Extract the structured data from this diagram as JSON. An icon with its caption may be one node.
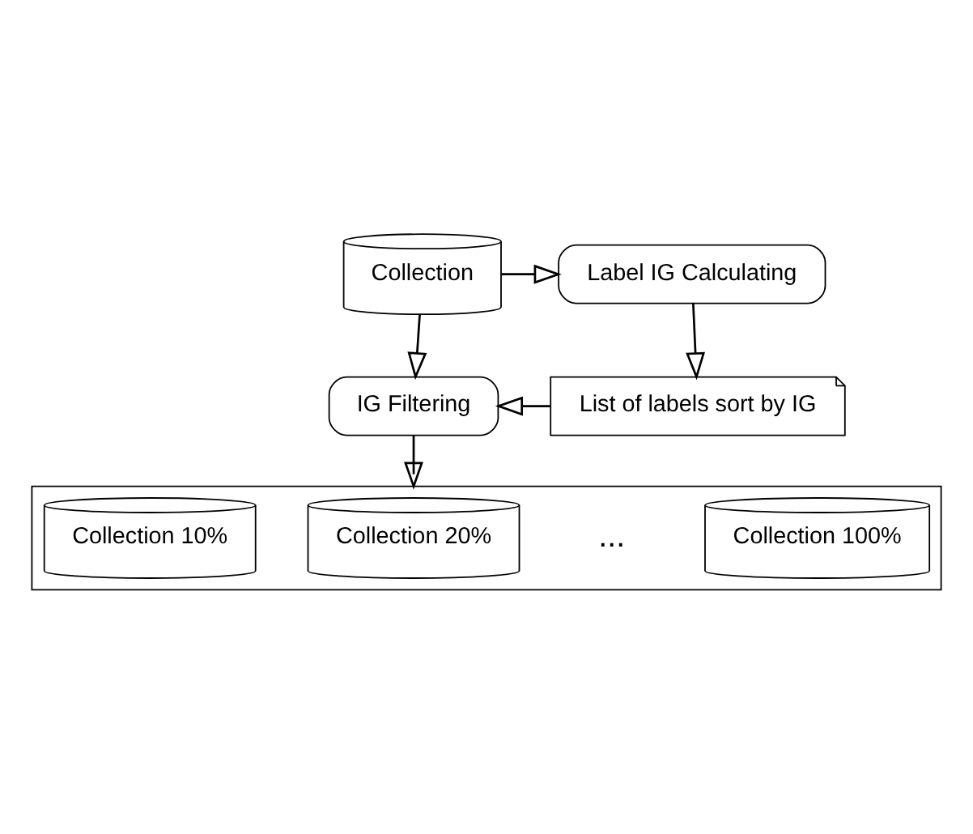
{
  "diagram": {
    "nodes": [
      {
        "text": [
          "Collection"
        ]
      },
      {
        "text": [
          "Label IG Calculating"
        ]
      },
      {
        "text": [
          "List of labels sort by IG"
        ]
      },
      {
        "text": [
          "IG Filtering"
        ]
      },
      {
        "text": [],
        "shape": "box"
      },
      {
        "text": [
          "Collection 10%"
        ],
        "in": 4
      },
      {
        "text": [
          "Collection 20%"
        ],
        "in": 4
      },
      {
        "text": [
          "Collection 100%"
        ],
        "in": 4
      }
    ],
    "edges": [
      {
        "from": 0,
        "to": 1,
        "arrow": "to"
      },
      {
        "from": 1,
        "to": 2,
        "arrow": "to"
      },
      {
        "from": 0,
        "to": 3,
        "arrow": "to"
      },
      {
        "from": 2,
        "to": 3,
        "arrow": "to"
      },
      {
        "from": 3,
        "to": 4,
        "arrow": "to"
      }
    ],
    "labels": [
      "..."
    ]
  }
}
